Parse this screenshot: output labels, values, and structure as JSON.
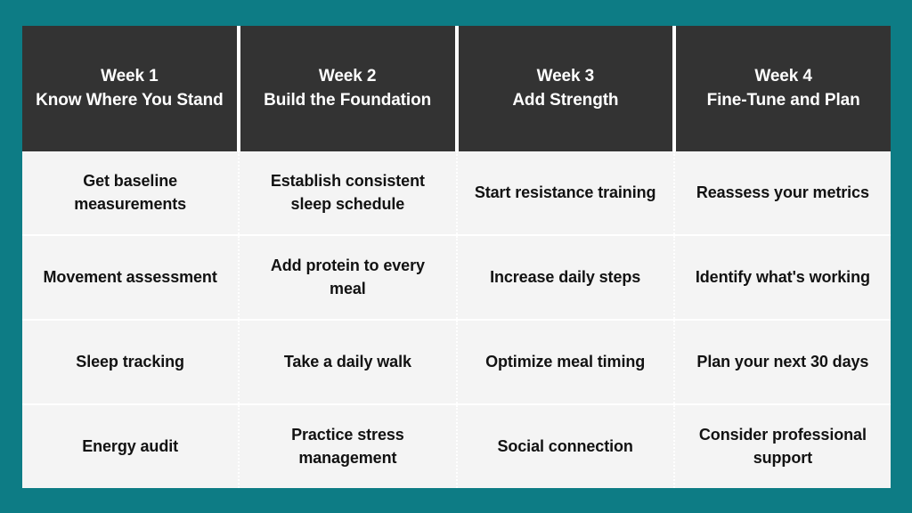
{
  "theme": {
    "background_color": "#0d7c85",
    "header_background_color": "#333333",
    "header_text_color": "#ffffff",
    "cell_background_color": "#f4f4f4",
    "cell_text_color": "#121212",
    "divider_color": "#ffffff"
  },
  "table": {
    "columns": [
      {
        "week": "Week 1",
        "theme": "Know Where You Stand"
      },
      {
        "week": "Week 2",
        "theme": "Build the Foundation"
      },
      {
        "week": "Week 3",
        "theme": "Add Strength"
      },
      {
        "week": "Week 4",
        "theme": "Fine-Tune and Plan"
      }
    ],
    "rows": [
      [
        "Get baseline measurements",
        "Establish consistent sleep schedule",
        "Start resistance training",
        "Reassess your metrics"
      ],
      [
        "Movement assessment",
        "Add protein to every meal",
        "Increase daily steps",
        "Identify what's working"
      ],
      [
        "Sleep tracking",
        "Take a daily walk",
        "Optimize meal timing",
        "Plan your next 30 days"
      ],
      [
        "Energy audit",
        "Practice stress management",
        "Social connection",
        "Consider professional support"
      ]
    ]
  }
}
